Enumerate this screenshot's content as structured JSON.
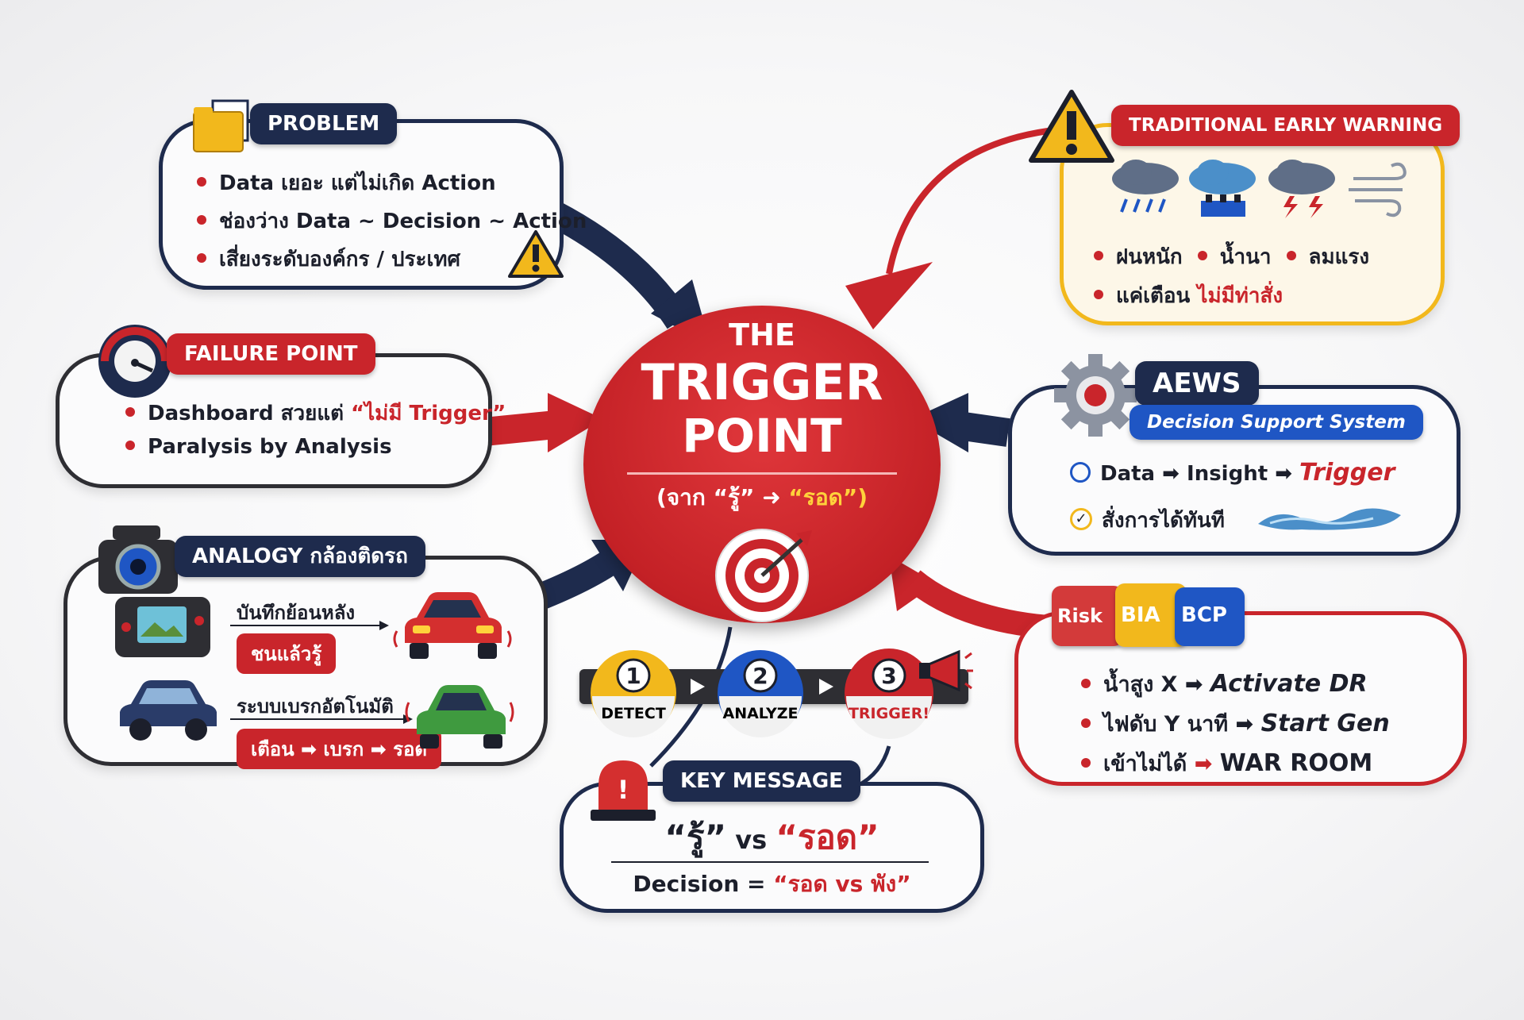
{
  "center": {
    "line1": "THE",
    "line2": "TRIGGER",
    "line3": "POINT",
    "sub_open": "(จาก “รู้”",
    "sub_close": "“รอด”)"
  },
  "problem": {
    "title": "PROBLEM",
    "items": [
      "Data เยอะ แต่ไม่เกิด Action",
      "ช่องว่าง Data ~ Decision ~ Action",
      "เสี่ยงระดับองค์กร / ประเทศ"
    ]
  },
  "failure": {
    "title": "FAILURE POINT",
    "item1_pre": "Dashboard สวยแต่ ",
    "item1_hl": "“ไม่มี Trigger”",
    "item2": "Paralysis by Analysis"
  },
  "analogy": {
    "title": "ANALOGY กล้องติดรถ",
    "row1_text": "บันทึกย้อนหลัง",
    "row1_badge": "ชนแล้วรู้",
    "row2_text": "ระบบเบรกอัตโนมัติ",
    "row2_badge": "เตือน ➡ เบรก ➡ รอด"
  },
  "traditional": {
    "title": "TRADITIONAL EARLY WARNING",
    "item1": "ฝนหนัก",
    "item2": "น้ำนา",
    "item3": "ลมแรง",
    "item4_pre": "แค่เตือน ",
    "item4_hl": "ไม่มีท่าสั่ง"
  },
  "aews": {
    "title": "AEWS",
    "subtitle": "Decision Support System",
    "row1_a": "Data",
    "row1_b": "Insight",
    "row1_c": "Trigger",
    "row2": "สั่งการได้ทันที"
  },
  "puzzle": {
    "risk": "Risk",
    "bia": "BIA",
    "bcp": "BCP",
    "r1_pre": "น้ำสูง X",
    "r1_post": "Activate DR",
    "r2_pre": "ไฟดับ Y นาที",
    "r2_post": "Start Gen",
    "r3_pre": "เข้าไม่ได้",
    "r3_post": "WAR ROOM"
  },
  "steps": [
    {
      "num": "1",
      "label": "DETECT"
    },
    {
      "num": "2",
      "label": "ANALYZE"
    },
    {
      "num": "3",
      "label": "TRIGGER!"
    }
  ],
  "key": {
    "title": "KEY MESSAGE",
    "main_a": "“รู้”",
    "main_vs": " vs ",
    "main_b": "“รอด”",
    "sub_pre": "Decision = ",
    "sub_hl": "“รอด vs พัง”"
  },
  "colors": {
    "red": "#c9252b",
    "navy": "#1e2b4d",
    "yellow": "#f2b81c",
    "blue": "#1f56c4"
  }
}
